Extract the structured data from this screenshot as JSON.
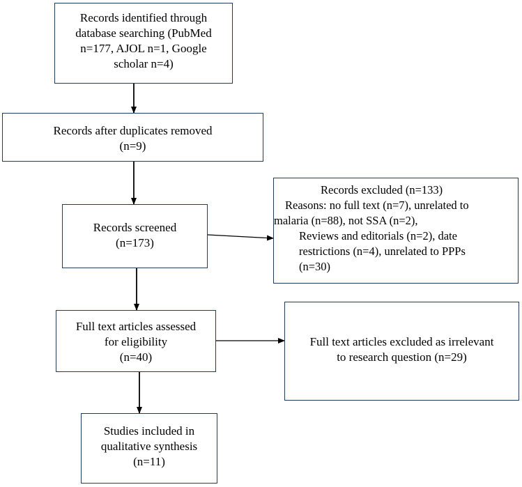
{
  "boxes": {
    "identified": [
      "Records identified through",
      "database searching (PubMed",
      "n=177, AJOL n=1, Google",
      "scholar n=4)"
    ],
    "duplicates_removed": [
      "Records after duplicates removed",
      "(n=9)"
    ],
    "screened": [
      "Records screened",
      "(n=173)"
    ],
    "excluded_records": [
      "Records excluded (n=133)",
      "Reasons: no full text (n=7), unrelated to",
      "malaria (n=88), not SSA (n=2),",
      "Reviews and editorials (n=2), date",
      "restrictions (n=4), unrelated to PPPs",
      "(n=30)"
    ],
    "full_text_assessed": [
      "Full text articles assessed",
      "for eligibility",
      "(n=40)"
    ],
    "full_text_excluded": [
      "Full text articles excluded as irrelevant",
      "to research question (n=29)"
    ],
    "included": [
      "Studies included in",
      "qualitative synthesis",
      "(n=11)"
    ]
  },
  "colors": {
    "border": "#1f3c5a",
    "arrow": "#000000"
  }
}
